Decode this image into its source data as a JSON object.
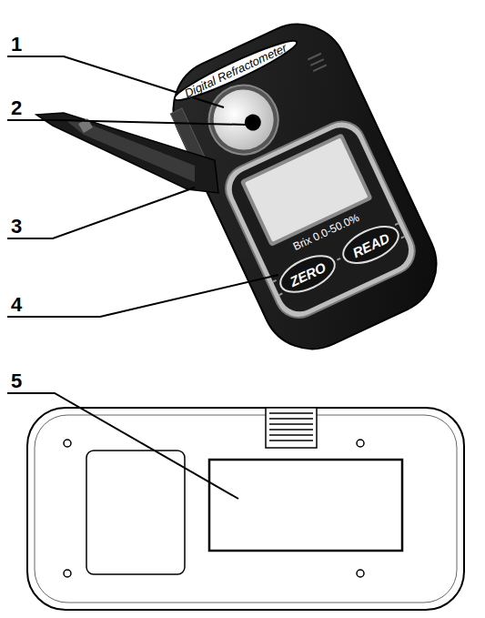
{
  "diagram": {
    "nodes": [
      {
        "text": [
          "Digital Refractometer"
        ]
      },
      {
        "text": [
          "ZERO"
        ]
      },
      {
        "text": [
          "READ"
        ]
      }
    ],
    "labels": [
      "1",
      "2",
      "3",
      "4",
      "5",
      "Brix 0.0-50.0%"
    ]
  }
}
